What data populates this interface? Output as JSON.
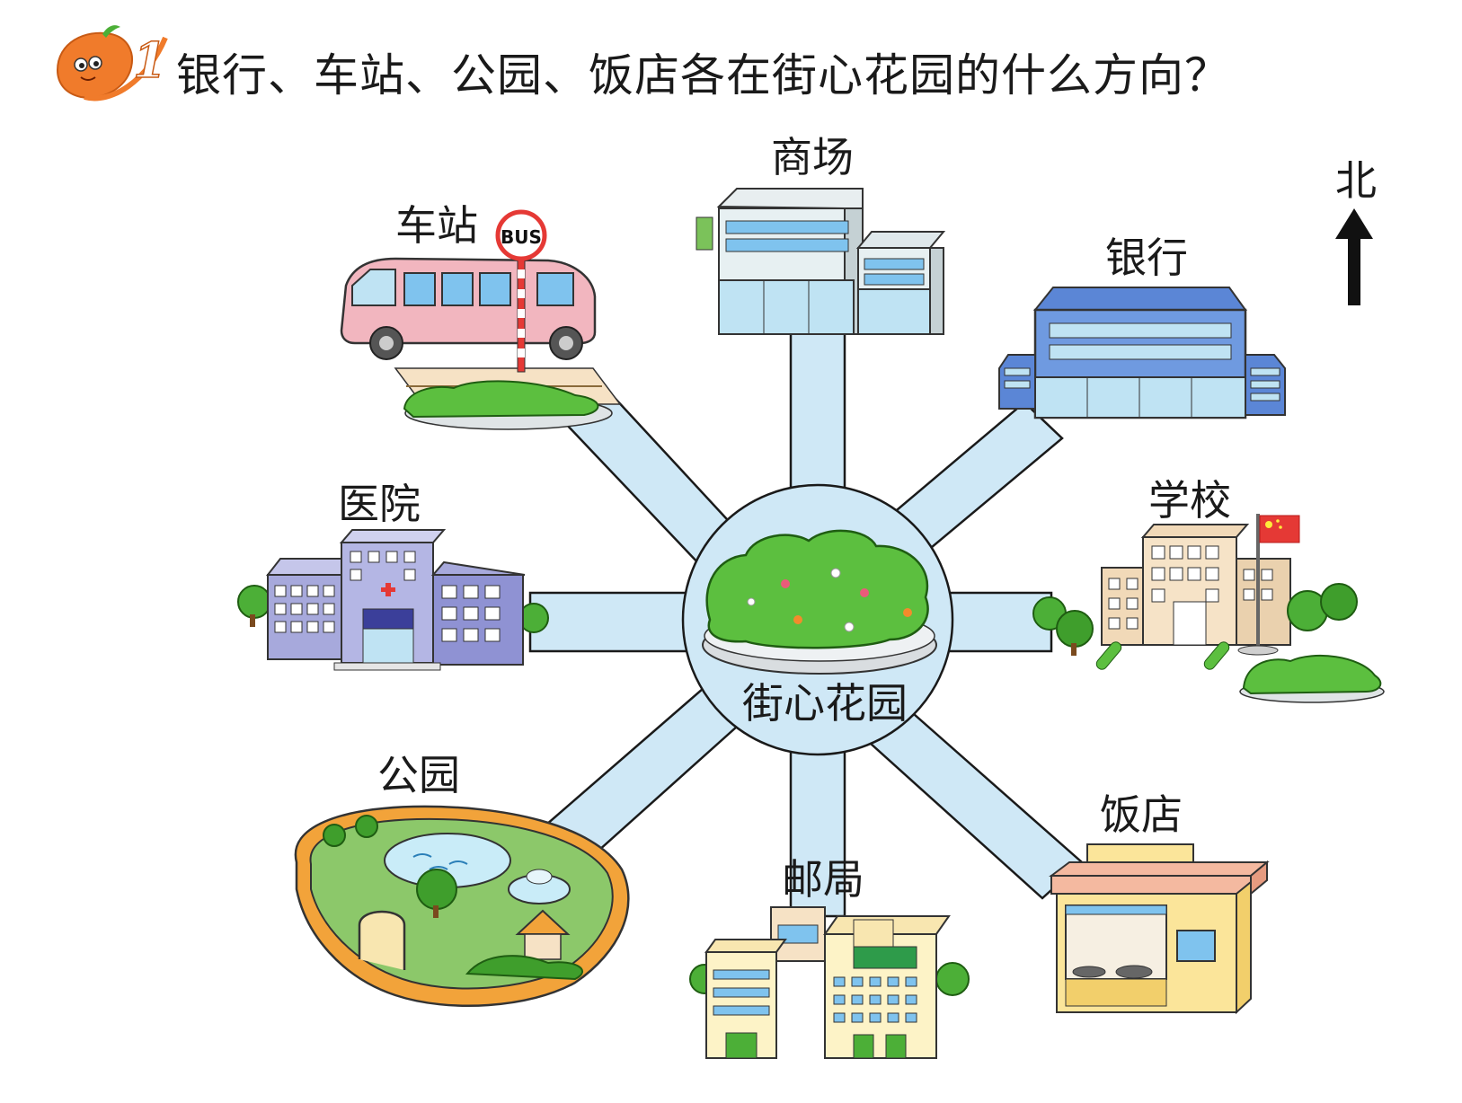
{
  "question": {
    "number": "1",
    "text": "银行、车站、公园、饭店各在街心花园的什么方向？"
  },
  "compass": {
    "label": "北"
  },
  "bus_sign": "BUS",
  "places": {
    "center": "街心花园",
    "mall": "商场",
    "station": "车站",
    "bank": "银行",
    "hospital": "医院",
    "school": "学校",
    "park": "公园",
    "post_office": "邮局",
    "restaurant": "饭店"
  },
  "colors": {
    "road_fill": "#cfe8f6",
    "road_stroke": "#1a1a1a",
    "garden_green": "#4caf37",
    "bus_pink": "#f2b6bf",
    "bank_blue": "#5b86d6",
    "hospital_purple": "#a7a9dc",
    "school_tan": "#f1d9b8",
    "restaurant_yellow": "#fbe59a",
    "park_orange": "#f2a33a",
    "mall_glass": "#bfe3f3",
    "badge_orange": "#f07b2b"
  }
}
